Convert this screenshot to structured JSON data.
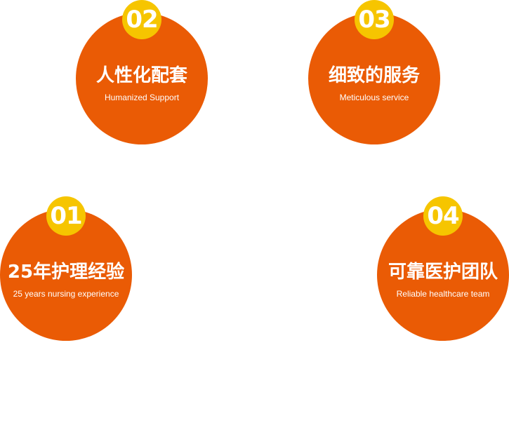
{
  "colors": {
    "circle": "#ea5b05",
    "badge": "#f6c500",
    "text": "#ffffff"
  },
  "features": {
    "f01": {
      "number": "01",
      "title": "25年护理经验",
      "subtitle": "25 years nursing experience"
    },
    "f02": {
      "number": "02",
      "title": "人性化配套",
      "subtitle": "Humanized Support"
    },
    "f03": {
      "number": "03",
      "title": "细致的服务",
      "subtitle": "Meticulous service"
    },
    "f04": {
      "number": "04",
      "title": "可靠医护团队",
      "subtitle": "Reliable healthcare team"
    }
  }
}
